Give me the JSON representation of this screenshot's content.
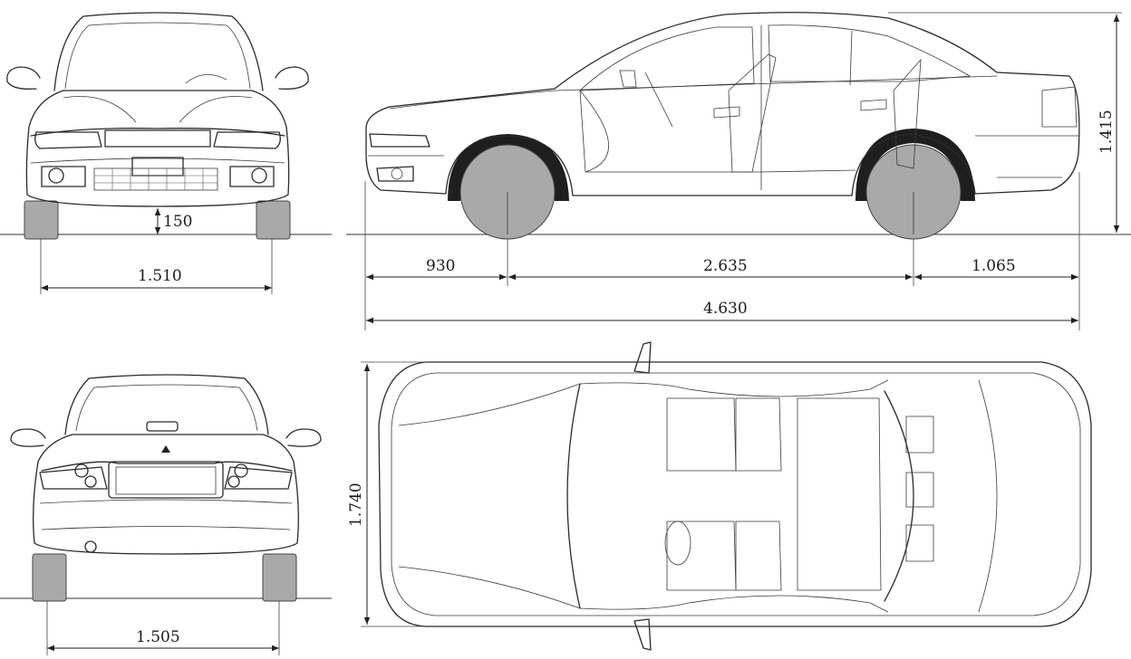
{
  "dimensions": {
    "ground_clearance": "150",
    "front_track": "1.510",
    "rear_track": "1.505",
    "front_overhang": "930",
    "wheelbase": "2.635",
    "rear_overhang": "1.065",
    "overall_length": "4.630",
    "height": "1.415",
    "width": "1.740"
  },
  "colors": {
    "line": "#2a2a2a",
    "tire": "#a9a9a9",
    "background": "#ffffff"
  }
}
